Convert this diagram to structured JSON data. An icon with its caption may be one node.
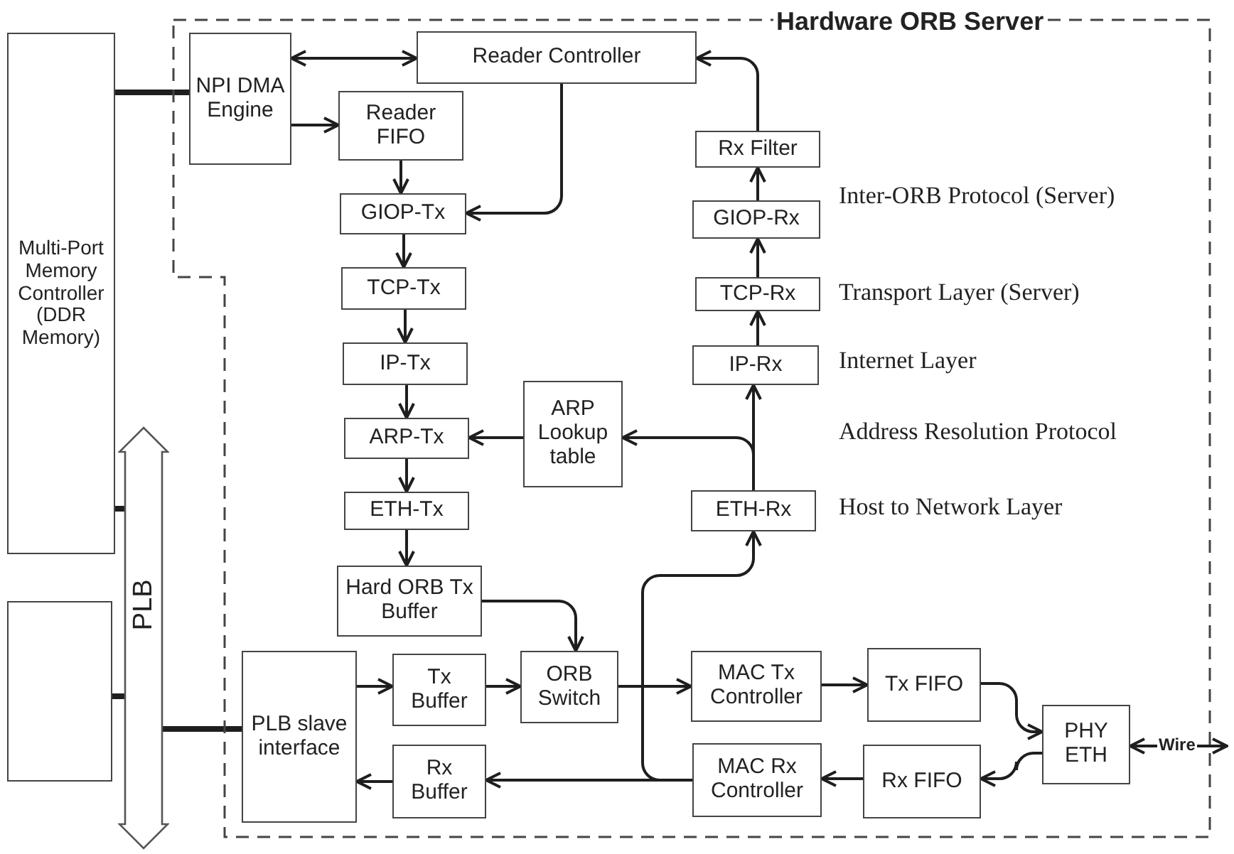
{
  "diagram": {
    "nodes": [
      {
        "text": [
          "Hardware ORB Server"
        ]
      },
      {
        "text": [
          "Multi-Port Memory Controller (DDR Memory)"
        ]
      },
      {
        "text": [],
        "shape": "box"
      },
      {
        "text": [
          "PLB"
        ]
      },
      {
        "text": [
          "NPI DMA Engine"
        ],
        "in": 0
      },
      {
        "text": [
          "Reader Controller"
        ],
        "in": 0
      },
      {
        "text": [
          "Reader FIFO"
        ],
        "in": 0
      },
      {
        "text": [
          "GIOP-Tx"
        ],
        "in": 0
      },
      {
        "text": [
          "TCP-Tx"
        ],
        "in": 0
      },
      {
        "text": [
          "IP-Tx"
        ],
        "in": 0
      },
      {
        "text": [
          "ARP Lookup table"
        ],
        "in": 0
      },
      {
        "text": [
          "ARP-Tx"
        ],
        "in": 0
      },
      {
        "text": [
          "ETH-Tx"
        ],
        "in": 0
      },
      {
        "text": [
          "Hard ORB Tx Buffer"
        ],
        "in": 0
      },
      {
        "text": [
          "Rx Filter"
        ],
        "in": 0
      },
      {
        "text": [
          "GIOP-Rx"
        ],
        "in": 0,
        "beside": [
          "Inter-ORB Protocol (Server)"
        ]
      },
      {
        "text": [
          "TCP-Rx"
        ],
        "in": 0,
        "beside": [
          "Transport Layer (Server)"
        ]
      },
      {
        "text": [
          "IP-Rx"
        ],
        "in": 0,
        "beside": [
          "Internet Layer"
        ]
      },
      {
        "text": [
          "ETH-Rx"
        ],
        "in": 0,
        "beside": [
          "Host to Network Layer"
        ]
      },
      {
        "text": [
          "PLB slave interface"
        ],
        "in": 0
      },
      {
        "text": [
          "Tx Buffer"
        ],
        "in": 0
      },
      {
        "text": [
          "ORB Switch"
        ],
        "in": 0
      },
      {
        "text": [
          "Rx Buffer"
        ],
        "in": 0
      },
      {
        "text": [
          "MAC Tx Controller"
        ],
        "in": 0
      },
      {
        "text": [
          "Tx FIFO"
        ],
        "in": 0
      },
      {
        "text": [
          "MAC Rx Controller"
        ],
        "in": 0
      },
      {
        "text": [
          "Rx FIFO"
        ],
        "in": 0
      },
      {
        "text": [
          "PHY ETH"
        ],
        "in": 0
      }
    ],
    "edges": [
      {
        "from": 4,
        "to": 5,
        "arrow": "both"
      },
      {
        "from": 4,
        "to": 6,
        "arrow": "to"
      },
      {
        "from": 6,
        "to": 7,
        "arrow": "to"
      },
      {
        "from": 5,
        "to": 7,
        "arrow": "to"
      },
      {
        "from": 7,
        "to": 8,
        "arrow": "to"
      },
      {
        "from": 8,
        "to": 9,
        "arrow": "to"
      },
      {
        "from": 9,
        "to": 11,
        "arrow": "to"
      },
      {
        "from": 10,
        "to": 11,
        "arrow": "to"
      },
      {
        "from": 11,
        "to": 12,
        "arrow": "to"
      },
      {
        "from": 12,
        "to": 13,
        "arrow": "to"
      },
      {
        "from": 13,
        "to": 21,
        "arrow": "to"
      },
      {
        "from": 19,
        "to": 20,
        "arrow": "to"
      },
      {
        "from": 20,
        "to": 21,
        "arrow": "to"
      },
      {
        "from": 22,
        "to": 19,
        "arrow": "to"
      },
      {
        "from": 21,
        "to": 23,
        "arrow": "to"
      },
      {
        "from": 23,
        "to": 24,
        "arrow": "to"
      },
      {
        "from": 24,
        "to": 27,
        "arrow": "to"
      },
      {
        "from": 27,
        "to": 26,
        "arrow": "to"
      },
      {
        "from": 26,
        "to": 25,
        "arrow": "to"
      },
      {
        "from": 25,
        "to": 22,
        "arrow": "to"
      },
      {
        "from": 25,
        "to": 18,
        "arrow": "to"
      },
      {
        "from": 18,
        "to": 17,
        "arrow": "to"
      },
      {
        "from": 18,
        "to": 10,
        "arrow": "to"
      },
      {
        "from": 17,
        "to": 16,
        "arrow": "to"
      },
      {
        "from": 16,
        "to": 15,
        "arrow": "to"
      },
      {
        "from": 15,
        "to": 14,
        "arrow": "to"
      },
      {
        "from": 14,
        "to": 5,
        "arrow": "to"
      },
      {
        "from": 1,
        "to": 4,
        "arrow": "none",
        "style": "thick"
      },
      {
        "from": 1,
        "to": 3,
        "arrow": "none",
        "style": "thick"
      },
      {
        "from": 2,
        "to": 3,
        "arrow": "none",
        "style": "thick"
      },
      {
        "from": 3,
        "to": 19,
        "arrow": "none",
        "style": "thick"
      },
      {
        "from": 27,
        "to": null,
        "arrow": "both",
        "label": "Wire"
      }
    ],
    "labels": [
      "Address Resolution Protocol"
    ]
  }
}
